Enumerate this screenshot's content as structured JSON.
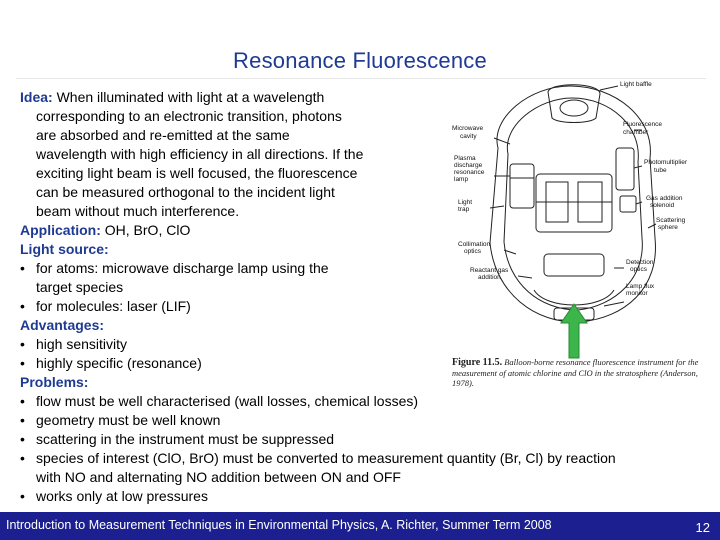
{
  "slide": {
    "title": "Resonance Fluorescence",
    "idea_label": "Idea:",
    "idea_lines": [
      " When illuminated with light at a wavelength",
      "corresponding to an electronic transition, photons",
      "are absorbed and re-emitted at the same",
      "wavelength with high efficiency in all directions. If the",
      "exciting light beam is well focused, the fluorescence",
      "can be measured orthogonal to the  incident light",
      "beam without much interference."
    ],
    "application_label": "Application:",
    "application_value": " OH, BrO, ClO",
    "light_source_label": "Light source:",
    "light_source_items": [
      "for atoms: microwave discharge lamp using the",
      "target species",
      "for molecules: laser (LIF)"
    ],
    "advantages_label": "Advantages:",
    "advantages_items": [
      "high sensitivity",
      "highly specific (resonance)"
    ],
    "problems_label": "Problems:",
    "problems_items": [
      "flow must be well characterised (wall losses, chemical losses)",
      "geometry must be well known",
      "scattering in the instrument must be suppressed",
      "species of interest (ClO, BrO) must be converted to measurement quantity (Br, Cl) by reaction",
      "with NO and alternating NO addition between ON and OFF",
      "works only at low pressures"
    ],
    "bullet_symbol": "•"
  },
  "figure": {
    "labels": {
      "light_baffle": "Light baffle",
      "fluorescence_chamber_1": "Fluorescence",
      "fluorescence_chamber_2": "chamber",
      "microwave_cavity_1": "Microwave",
      "microwave_cavity_2": "cavity",
      "photomultiplier_1": "Photomultiplier",
      "photomultiplier_2": "tube",
      "plasma_1": "Plasma",
      "plasma_2": "discharge",
      "plasma_3": "resonance",
      "plasma_4": "lamp",
      "light_trap_1": "Light",
      "light_trap_2": "trap",
      "gas_addition_1": "Gas addition",
      "gas_addition_2": "solenoid",
      "scattering_1": "Scattering",
      "scattering_2": "sphere",
      "collimation_1": "Collimation",
      "collimation_2": "optics",
      "reactant_1": "Reactant gas",
      "reactant_2": "addition",
      "detection_1": "Detection",
      "detection_2": "optics",
      "lamp_flux_1": "Lamp flux",
      "lamp_flux_2": "monitor"
    },
    "caption_label": "Figure 11.5.",
    "caption_text": " Balloon-borne resonance fluorescence instrument for the measurement of atomic chlorine and ClO in the stratosphere (Anderson, 1978).",
    "arrow_color": "#3cb54a"
  },
  "footer": {
    "text": "Introduction to Measurement Techniques in Environmental Physics, A. Richter, Summer Term 2008",
    "page": "12",
    "color": "#1c1f8f"
  }
}
